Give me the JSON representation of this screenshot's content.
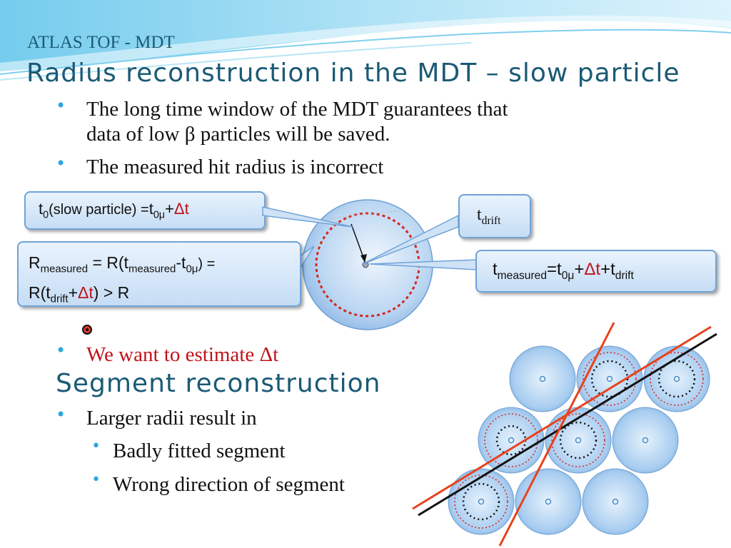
{
  "header": {
    "subtitle": "ATLAS TOF  -  MDT",
    "title": "Radius reconstruction in the MDT – slow particle"
  },
  "bullets": [
    {
      "line1": "The long time window of the MDT guarantees that",
      "line2_a": "data of low ",
      "beta": "β",
      "line2_b": " particles will be saved."
    },
    {
      "text": "The measured hit radius is incorrect"
    },
    {
      "text": "We want to estimate Δt"
    }
  ],
  "section2": {
    "title": "Segment reconstruction",
    "bullet": "Larger radii result in",
    "sub_bullets": [
      "Badly fitted segment",
      "Wrong direction of segment"
    ]
  },
  "callouts": {
    "t0": {
      "t": "t",
      "sub0": "0",
      "paren": "(slow particle) =",
      "t0mu": "t",
      "sub0mu": "0μ",
      "plus": "+",
      "dt": "Δt"
    },
    "tdrift": {
      "t": "t",
      "sub": "drift"
    },
    "tmeasured": {
      "t": "t",
      "sub": "measured",
      "eq": "=t",
      "sub0mu": "0μ",
      "plus": "+",
      "dt": "Δt",
      "plus2": "+t",
      "subdrift": "drift"
    },
    "rmeasured": {
      "r": "R",
      "sub": "measured",
      "eq": " = R(t",
      "sub2": "measured",
      "minus": "-t",
      "sub0mu": "0μ",
      "close": ") =",
      "l2a": "R(t",
      "l2sub": "drift",
      "l2plus": "+",
      "l2dt": "Δt",
      "l2end": ") > R"
    }
  },
  "colors": {
    "title": "#1b5a75",
    "bullet": "#2ea6e0",
    "accent_red": "#c0131b",
    "tube_fill": "#a9cdf0",
    "line_orange": "#e8421c"
  }
}
